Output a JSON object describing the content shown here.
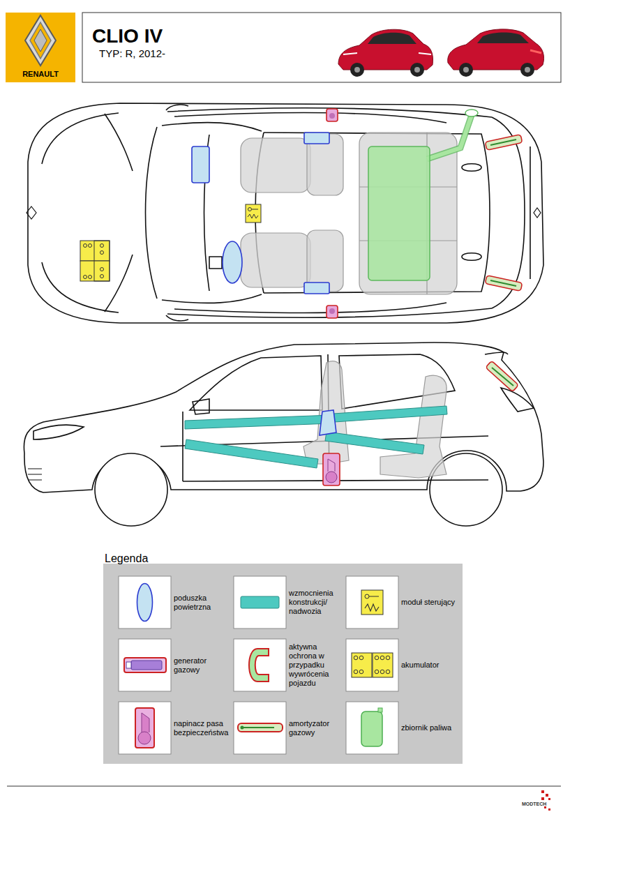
{
  "diagram": {
    "title": "CLIO IV",
    "labels": [
      "TYP: R, 2012-",
      "RENAULT",
      "Legenda",
      "MODTECH"
    ],
    "legend": [
      {
        "text": "poduszka powietrzna"
      },
      {
        "text": "wzmocnienia konstrukcji/ nadwozia",
        "color": "#4dc9c0"
      },
      {
        "text": "moduł sterujący"
      },
      {
        "text": "generator gazowy"
      },
      {
        "text": "aktywna ochrona w przypadku wywrócenia pojazdu"
      },
      {
        "text": "akumulator"
      },
      {
        "text": "napinacz pasa bezpieczeństwa"
      },
      {
        "text": "amortyzator gazowy"
      },
      {
        "text": "zbiornik paliwa",
        "color": "#a8e6a0"
      }
    ]
  }
}
